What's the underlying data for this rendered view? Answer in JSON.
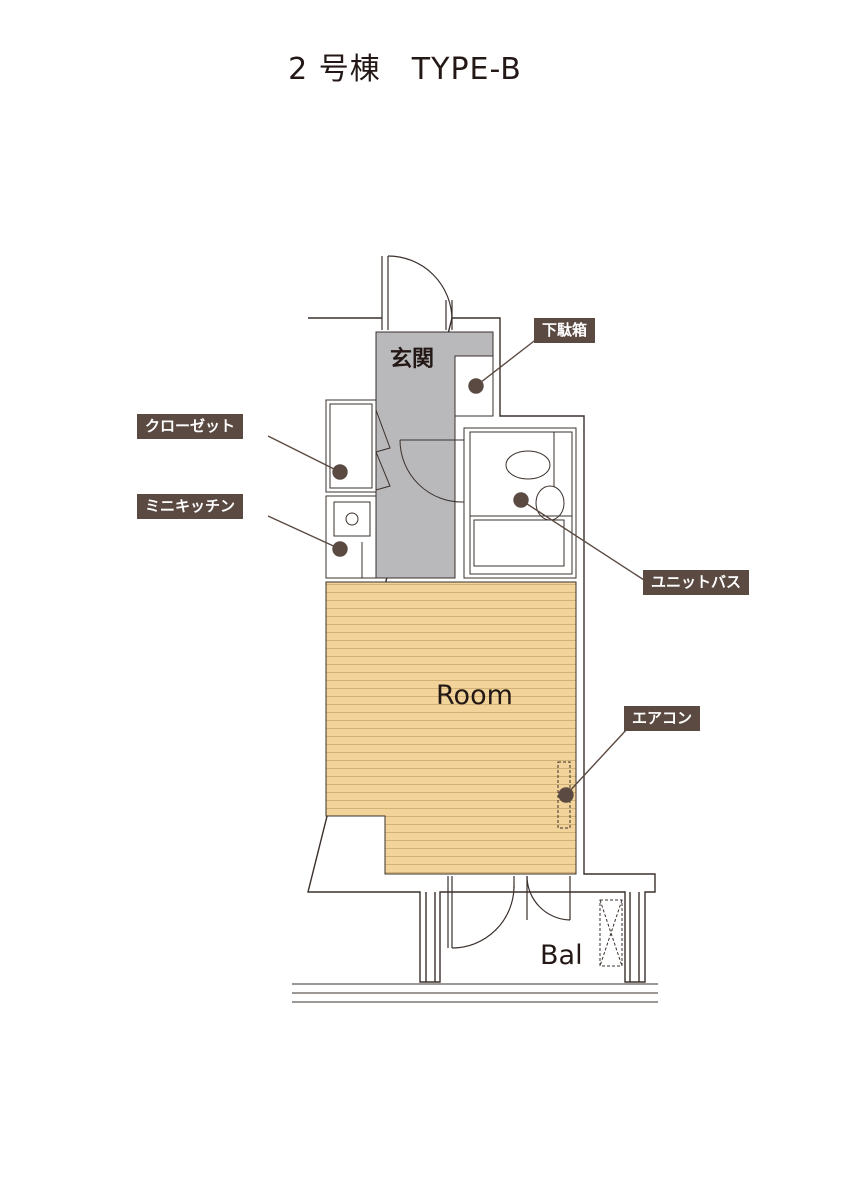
{
  "title": "2 号棟　TYPE-B",
  "rooms": {
    "entrance": "玄関",
    "room": "Room",
    "balcony": "Bal"
  },
  "callouts": {
    "shoe_box": "下駄箱",
    "closet": "クローゼット",
    "mini_kitchen": "ミニキッチン",
    "unit_bath": "ユニットバス",
    "air_conditioner": "エアコン"
  },
  "colors": {
    "floor_wood": "#f2d49a",
    "floor_line": "#c9a86c",
    "entrance_gray": "#b9b9bb",
    "wall": "#3a302c",
    "callout_bg": "#5a4a42",
    "callout_text": "#ffffff"
  }
}
